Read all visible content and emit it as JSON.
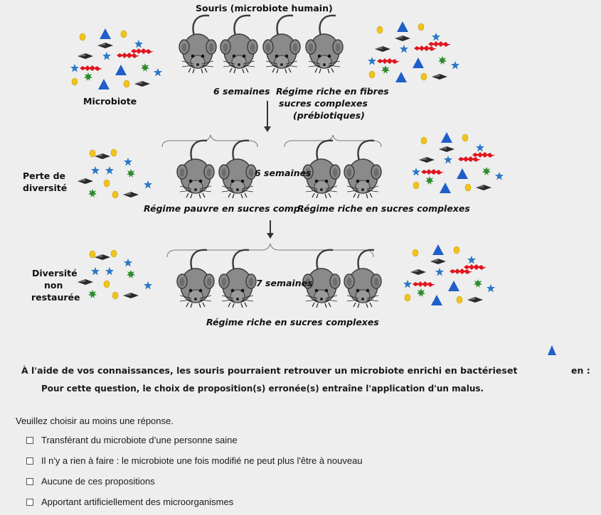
{
  "figure": {
    "title": "Souris (microbiote humain)",
    "top_left_label": "Microbiote",
    "top_duration": "6 semaines",
    "top_diet_line1": "Régime riche en fibres",
    "top_diet_line2": "sucres complexes",
    "top_diet_line3": "(prébiotiques)",
    "mid_left_line1": "Perte de",
    "mid_left_line2": "diversité",
    "mid_duration": "6 semaines",
    "mid_diet_left": "Régime  pauvre en sucres comp.",
    "mid_diet_right": "Régime riche en sucres complexes",
    "bottom_left_line1": "Diversité",
    "bottom_left_line2": "non",
    "bottom_left_line3": "restaurée",
    "bottom_duration": "7 semaines",
    "bottom_diet": "Régime riche en sucres complexes"
  },
  "question": {
    "text": "À l'aide de vos connaissances, les souris pourraient retrouver un microbiote enrichi en bactéries",
    "and_word": "et",
    "end_word": "en :",
    "warning": "Pour cette question, le choix de proposition(s) erronée(s) entraîne l'application d'un malus."
  },
  "instruction": "Veuillez choisir au moins une réponse.",
  "options": [
    "Transférant du microbiote d’une personne saine",
    "Il n'y a rien à faire : le microbiote une fois modifié ne peut plus l'être à nouveau",
    "Aucune de ces propositions",
    "Apportant artificiellement des microorganismes"
  ],
  "colors": {
    "mouse": "#8a8a8a",
    "star": "#2b78c6",
    "triangle": "#1f5fc9",
    "dot": "#f2c31a",
    "burst_red": "#e0161e",
    "burst_green": "#2e8b2e",
    "diamond": "#2a2a2a"
  }
}
